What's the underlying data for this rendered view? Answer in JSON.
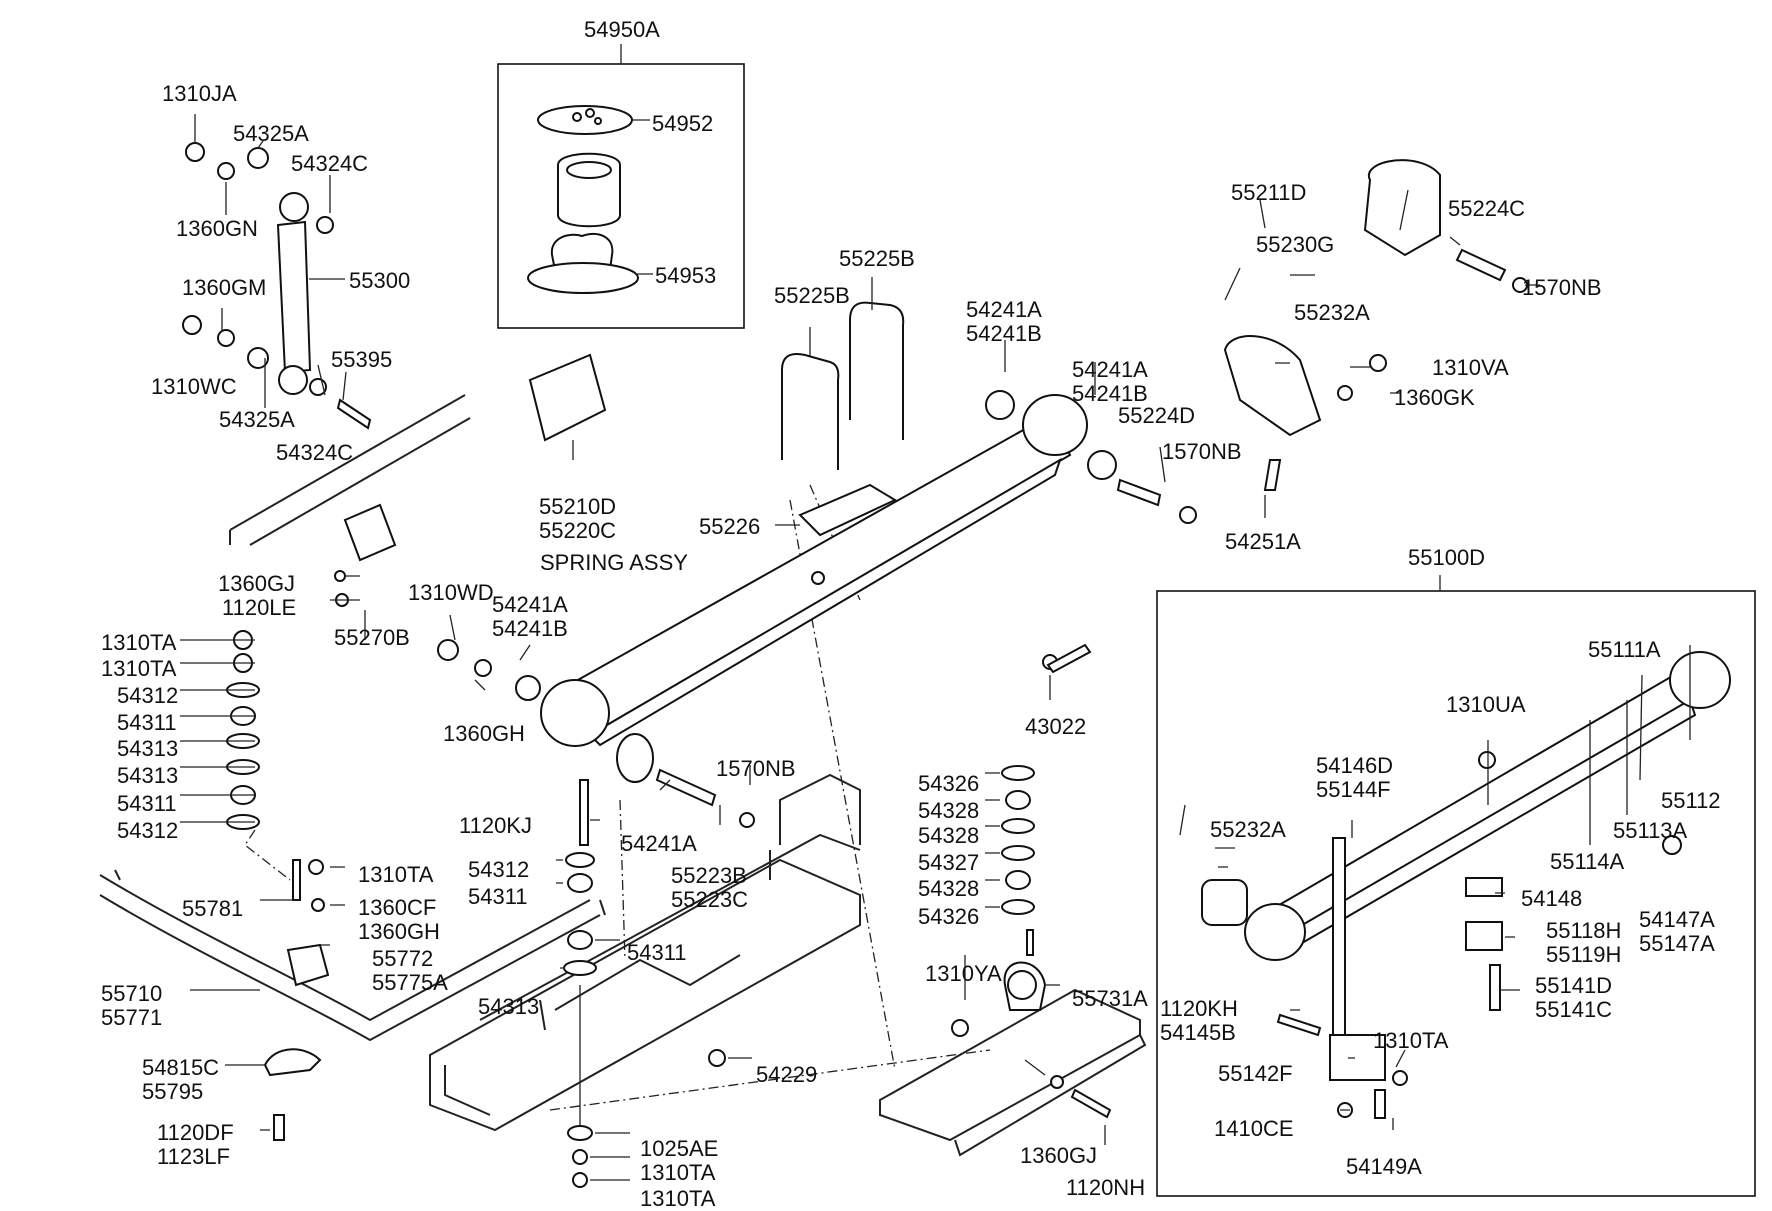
{
  "diagram": {
    "kit_54950A": {
      "title": "54950A",
      "labels": [
        "54952",
        "54953"
      ]
    },
    "kit_55100D": {
      "title": "55100D"
    },
    "spring_assy_label": "SPRING ASSY",
    "callouts": [
      {
        "id": "1310JA",
        "lines": [
          "1310JA"
        ]
      },
      {
        "id": "54325A-top",
        "lines": [
          "54325A"
        ]
      },
      {
        "id": "54324C-top",
        "lines": [
          "54324C"
        ]
      },
      {
        "id": "1360GN",
        "lines": [
          "1360GN"
        ]
      },
      {
        "id": "1360GM",
        "lines": [
          "1360GM"
        ]
      },
      {
        "id": "55300",
        "lines": [
          "55300"
        ]
      },
      {
        "id": "1310WC",
        "lines": [
          "1310WC"
        ]
      },
      {
        "id": "55395",
        "lines": [
          "55395"
        ]
      },
      {
        "id": "54325A-bottom",
        "lines": [
          "54325A"
        ]
      },
      {
        "id": "54324C-bottom",
        "lines": [
          "54324C"
        ]
      },
      {
        "id": "55225B-left",
        "lines": [
          "55225B"
        ]
      },
      {
        "id": "55225B-right",
        "lines": [
          "55225B"
        ]
      },
      {
        "id": "55210D",
        "lines": [
          "55210D",
          "55220C"
        ]
      },
      {
        "id": "55226",
        "lines": [
          "55226"
        ]
      },
      {
        "id": "54241A-top",
        "lines": [
          "54241A",
          "54241B"
        ]
      },
      {
        "id": "54241A-mid",
        "lines": [
          "54241A",
          "54241B"
        ]
      },
      {
        "id": "55224D",
        "lines": [
          "55224D"
        ]
      },
      {
        "id": "1570NB-mid",
        "lines": [
          "1570NB"
        ]
      },
      {
        "id": "54251A",
        "lines": [
          "54251A"
        ]
      },
      {
        "id": "55211D",
        "lines": [
          "55211D"
        ]
      },
      {
        "id": "55224C",
        "lines": [
          "55224C"
        ]
      },
      {
        "id": "1570NB-top",
        "lines": [
          "1570NB"
        ]
      },
      {
        "id": "55230G",
        "lines": [
          "55230G"
        ]
      },
      {
        "id": "55232A-top",
        "lines": [
          "55232A"
        ]
      },
      {
        "id": "1310VA",
        "lines": [
          "1310VA"
        ]
      },
      {
        "id": "1360GK",
        "lines": [
          "1360GK"
        ]
      },
      {
        "id": "1360GJ-left",
        "lines": [
          "1360GJ"
        ]
      },
      {
        "id": "1120LE",
        "lines": [
          "1120LE"
        ]
      },
      {
        "id": "55270B",
        "lines": [
          "55270B"
        ]
      },
      {
        "id": "1310WD",
        "lines": [
          "1310WD"
        ]
      },
      {
        "id": "54241A-left",
        "lines": [
          "54241A",
          "54241B"
        ]
      },
      {
        "id": "1360GH-mid",
        "lines": [
          "1360GH"
        ]
      },
      {
        "id": "1310TA-a",
        "lines": [
          "1310TA"
        ]
      },
      {
        "id": "1310TA-b",
        "lines": [
          "1310TA"
        ]
      },
      {
        "id": "54312-a",
        "lines": [
          "54312"
        ]
      },
      {
        "id": "54311-a",
        "lines": [
          "54311"
        ]
      },
      {
        "id": "54313-a",
        "lines": [
          "54313"
        ]
      },
      {
        "id": "54313-b",
        "lines": [
          "54313"
        ]
      },
      {
        "id": "54311-b",
        "lines": [
          "54311"
        ]
      },
      {
        "id": "54312-b",
        "lines": [
          "54312"
        ]
      },
      {
        "id": "43022",
        "lines": [
          "43022"
        ]
      },
      {
        "id": "1570NB-low",
        "lines": [
          "1570NB"
        ]
      },
      {
        "id": "54241A-low",
        "lines": [
          "54241A"
        ]
      },
      {
        "id": "55223B",
        "lines": [
          "55223B",
          "55223C"
        ]
      },
      {
        "id": "1120KJ",
        "lines": [
          "1120KJ"
        ]
      },
      {
        "id": "54312-c",
        "lines": [
          "54312"
        ]
      },
      {
        "id": "54311-c",
        "lines": [
          "54311"
        ]
      },
      {
        "id": "54311-d",
        "lines": [
          "54311"
        ]
      },
      {
        "id": "54313-c",
        "lines": [
          "54313"
        ]
      },
      {
        "id": "54229",
        "lines": [
          "54229"
        ]
      },
      {
        "id": "1025AE",
        "lines": [
          "1025AE"
        ]
      },
      {
        "id": "1310TA-c",
        "lines": [
          "1310TA"
        ]
      },
      {
        "id": "1310TA-d",
        "lines": [
          "1310TA"
        ]
      },
      {
        "id": "1310TA-e",
        "lines": [
          "1310TA"
        ]
      },
      {
        "id": "1360CF",
        "lines": [
          "1360CF",
          "1360GH"
        ]
      },
      {
        "id": "55781",
        "lines": [
          "55781"
        ]
      },
      {
        "id": "55772",
        "lines": [
          "55772",
          "55775A"
        ]
      },
      {
        "id": "55710",
        "lines": [
          "55710",
          "55771"
        ]
      },
      {
        "id": "54815C",
        "lines": [
          "54815C",
          "55795"
        ]
      },
      {
        "id": "1120DF",
        "lines": [
          "1120DF",
          "1123LF"
        ]
      },
      {
        "id": "54326-a",
        "lines": [
          "54326"
        ]
      },
      {
        "id": "54328-a",
        "lines": [
          "54328"
        ]
      },
      {
        "id": "54328-b",
        "lines": [
          "54328"
        ]
      },
      {
        "id": "54327",
        "lines": [
          "54327"
        ]
      },
      {
        "id": "54328-c",
        "lines": [
          "54328"
        ]
      },
      {
        "id": "54326-b",
        "lines": [
          "54326"
        ]
      },
      {
        "id": "1310YA",
        "lines": [
          "1310YA"
        ]
      },
      {
        "id": "55731A",
        "lines": [
          "55731A"
        ]
      },
      {
        "id": "1360GJ-low",
        "lines": [
          "1360GJ"
        ]
      },
      {
        "id": "1120NH",
        "lines": [
          "1120NH"
        ]
      },
      {
        "id": "55111A",
        "lines": [
          "55111A"
        ]
      },
      {
        "id": "1310UA",
        "lines": [
          "1310UA"
        ]
      },
      {
        "id": "54146D",
        "lines": [
          "54146D",
          "55144F"
        ]
      },
      {
        "id": "55112",
        "lines": [
          "55112"
        ]
      },
      {
        "id": "55113A",
        "lines": [
          "55113A"
        ]
      },
      {
        "id": "55232A-box",
        "lines": [
          "55232A"
        ]
      },
      {
        "id": "55114A",
        "lines": [
          "55114A"
        ]
      },
      {
        "id": "54148",
        "lines": [
          "54148"
        ]
      },
      {
        "id": "54147A",
        "lines": [
          "54147A",
          "55147A"
        ]
      },
      {
        "id": "55118H",
        "lines": [
          "55118H",
          "55119H"
        ]
      },
      {
        "id": "55141D",
        "lines": [
          "55141D",
          "55141C"
        ]
      },
      {
        "id": "1120KH",
        "lines": [
          "1120KH",
          "54145B"
        ]
      },
      {
        "id": "1310TA-box",
        "lines": [
          "1310TA"
        ]
      },
      {
        "id": "55142F",
        "lines": [
          "55142F"
        ]
      },
      {
        "id": "1410CE",
        "lines": [
          "1410CE"
        ]
      },
      {
        "id": "54149A",
        "lines": [
          "54149A"
        ]
      }
    ]
  }
}
